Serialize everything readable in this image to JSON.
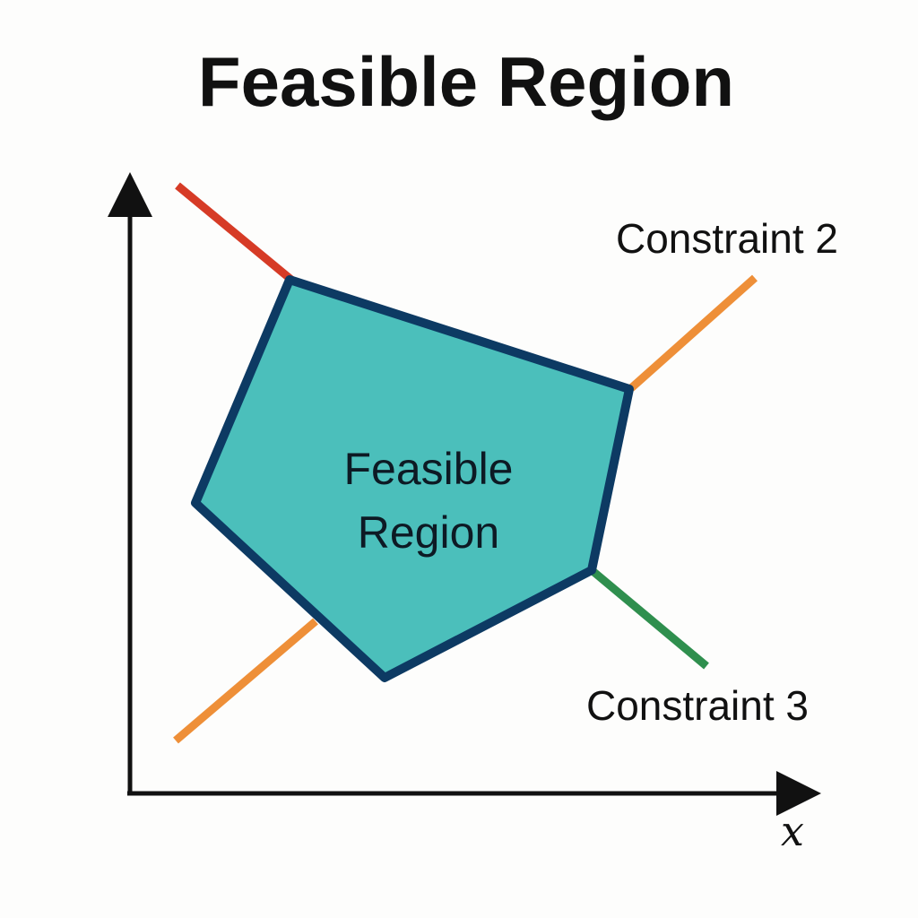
{
  "title": "Feasible Region",
  "region": {
    "label_line1": "Feasible",
    "label_line2": "Region",
    "fill_color": "#4bbfbb",
    "outline_color": "#0d3a63"
  },
  "constraints": [
    {
      "id": "constraint-1",
      "label": "",
      "color": "#d63b26"
    },
    {
      "id": "constraint-2",
      "label": "Constraint 2",
      "color": "#ee8f38"
    },
    {
      "id": "constraint-3",
      "label": "Constraint 3",
      "color": "#2f8f4e"
    }
  ],
  "axes": {
    "x_label": "x",
    "color": "#111111"
  }
}
